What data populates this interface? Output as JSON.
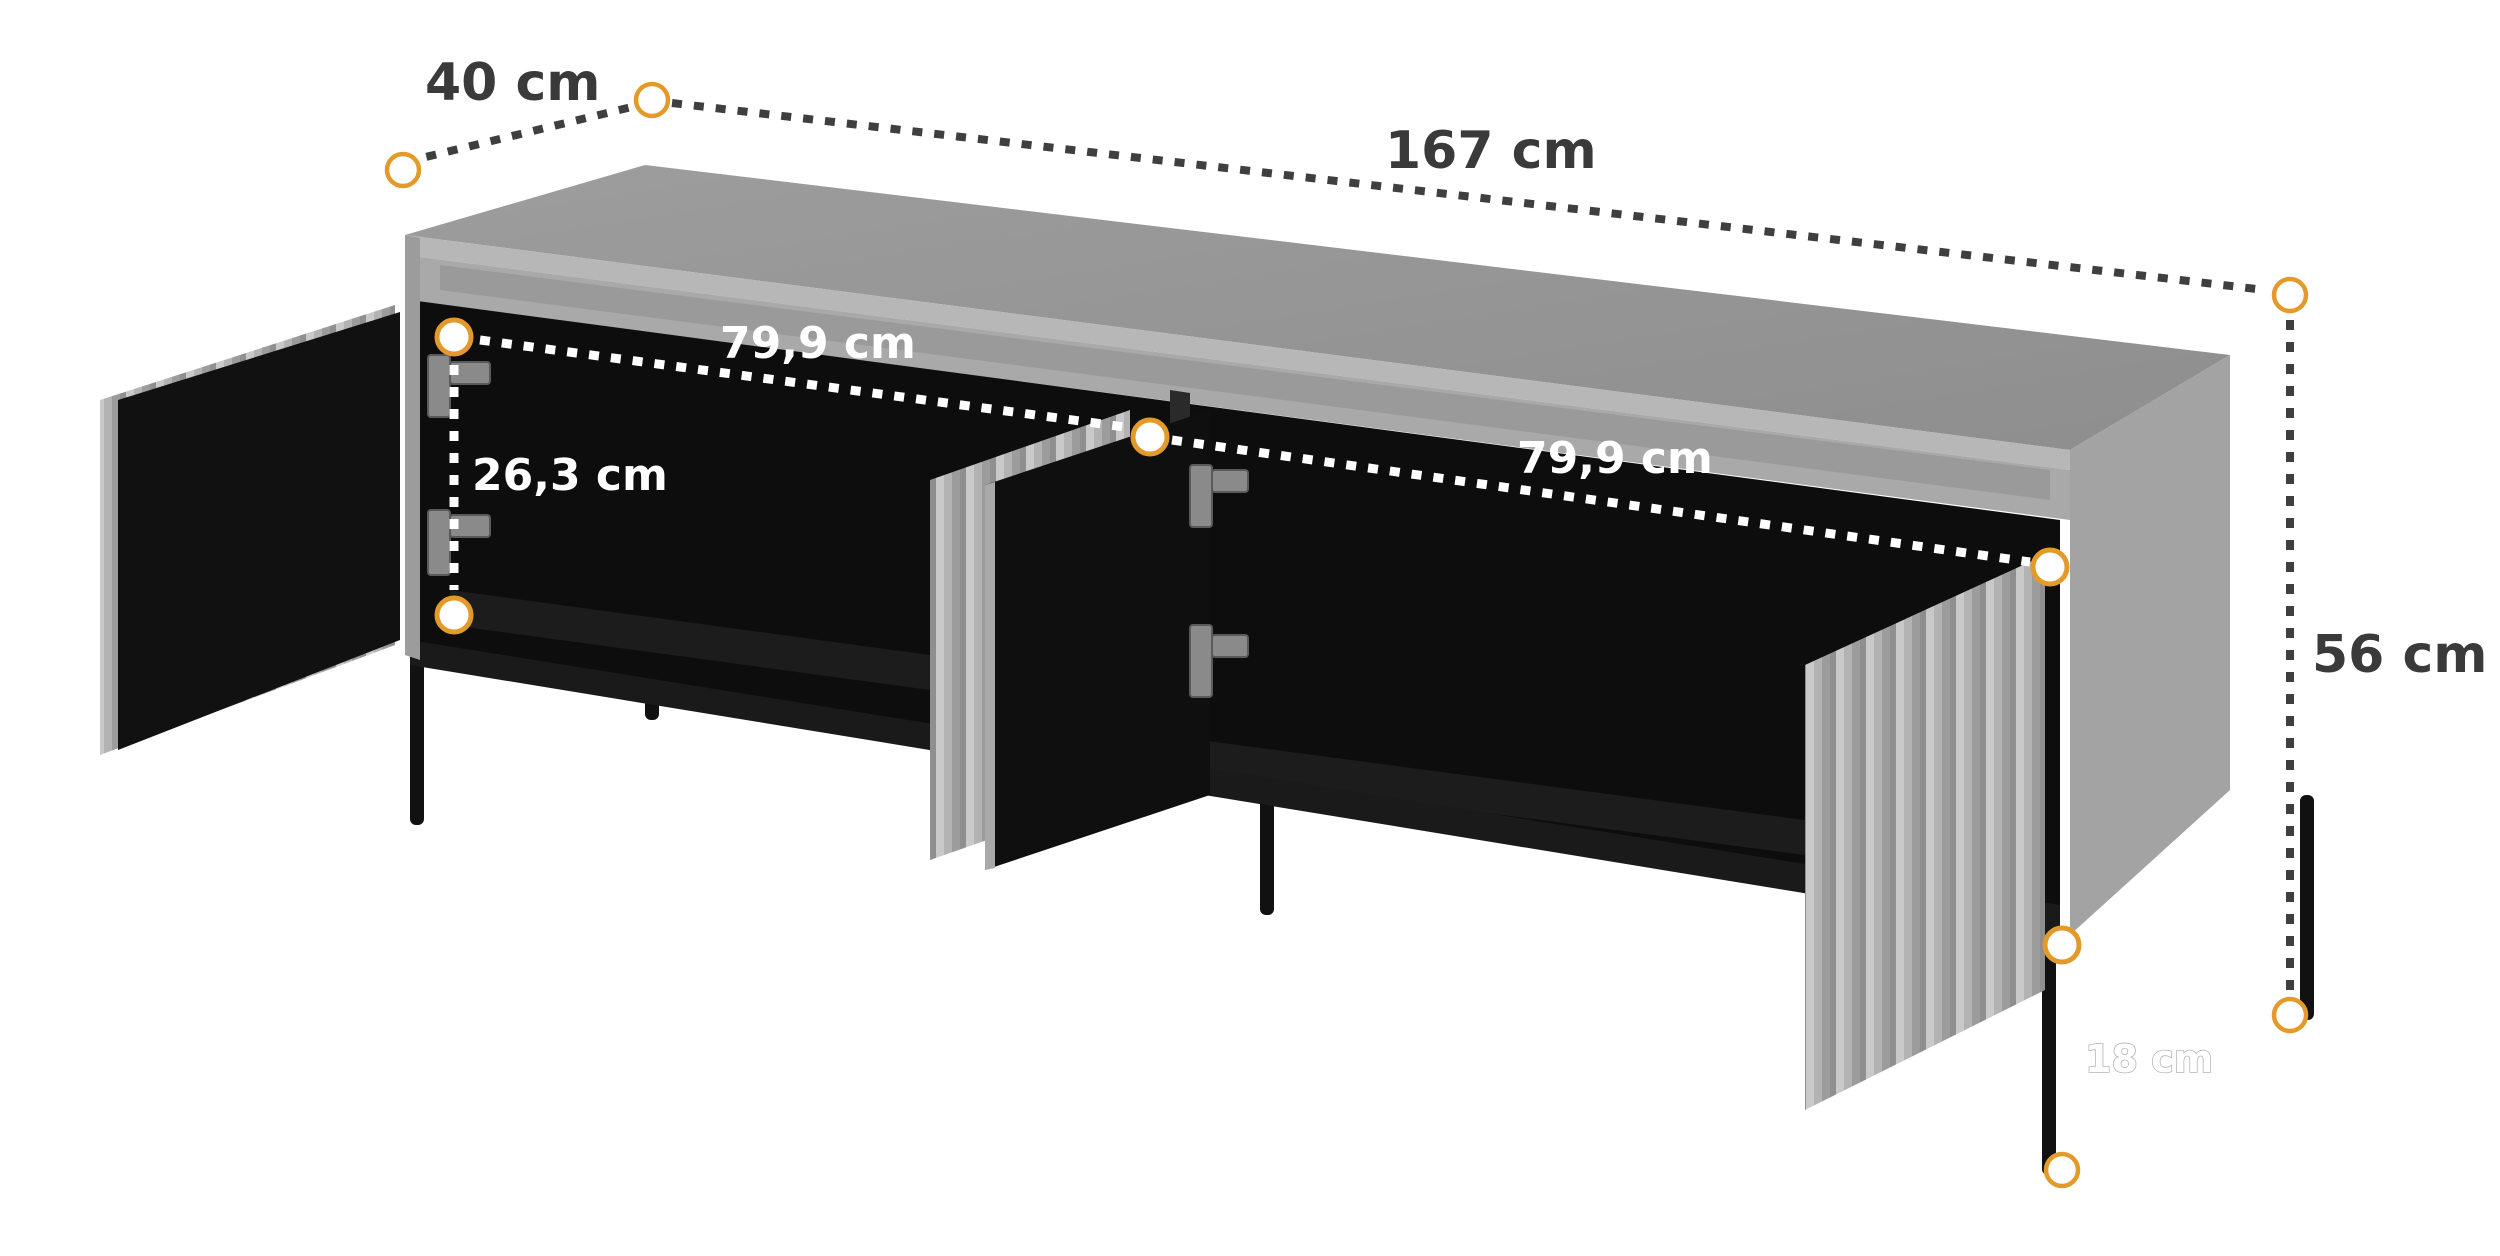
{
  "product": {
    "body_color": "#a9a9a9",
    "interior_color": "#0d0d0d",
    "leg_color": "#111111"
  },
  "dimensions": {
    "depth_label": "40 cm",
    "width_label": "167 cm",
    "height_label": "56 cm",
    "leg_height_label": "18 cm",
    "shelf_height_label": "26,3 cm",
    "compartment_left_width_label": "79,9 cm",
    "compartment_right_width_label": "79,9 cm"
  },
  "colors": {
    "marker_accent": "#e39a2b",
    "dim_line": "#3f3f3f",
    "label_text": "#3a3a3a"
  }
}
